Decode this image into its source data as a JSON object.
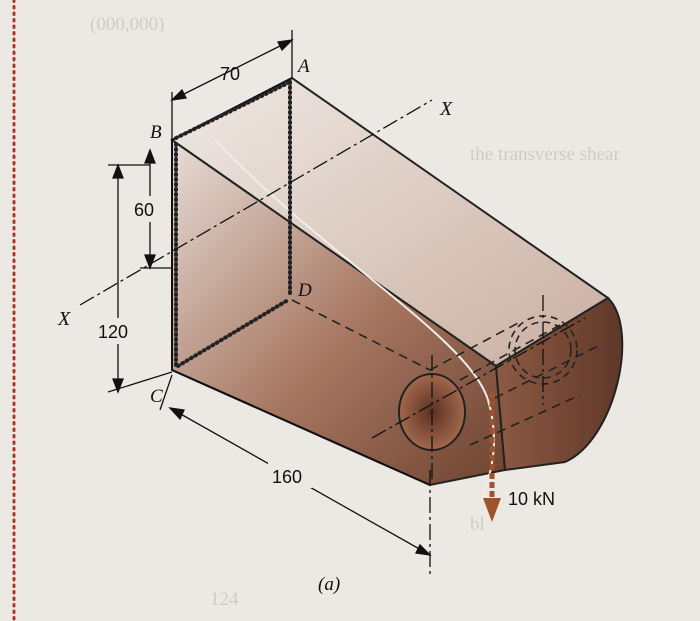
{
  "figure": {
    "points": {
      "A": "A",
      "B": "B",
      "C": "C",
      "D": "D"
    },
    "axis_left": "X",
    "axis_right": "X",
    "dimensions": {
      "width_top": "70",
      "offset_vertical": "60",
      "height": "120",
      "length": "160"
    },
    "load": {
      "label": "10 kN"
    },
    "caption": "(a)",
    "colors": {
      "body_shade": "#8a5a44",
      "body_light": "#d9cdc6",
      "arrow": "#a0522d"
    }
  }
}
